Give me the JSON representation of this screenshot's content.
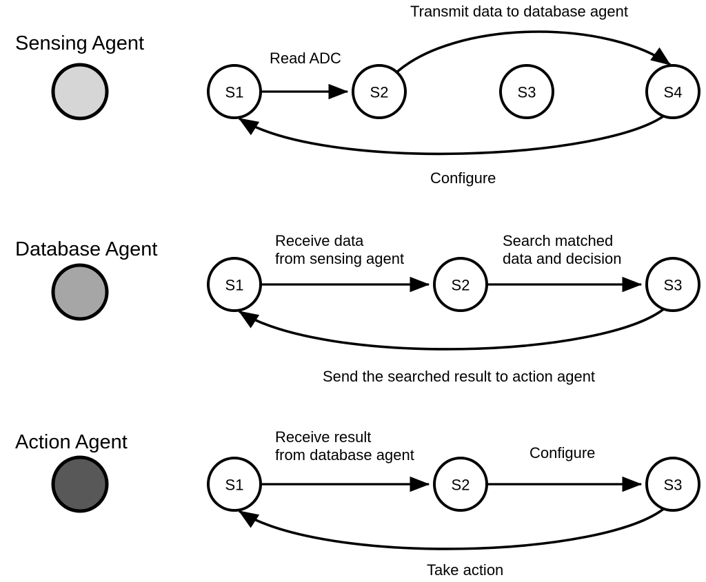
{
  "diagram": {
    "title": "Multi-agent state machine diagram",
    "background": "#ffffff",
    "stroke_color": "#000000",
    "rows": [
      {
        "id": "sensing",
        "agent_title": "Sensing Agent",
        "legend_fill": "#d6d6d6",
        "states": [
          "S1",
          "S2",
          "S3",
          "S4"
        ],
        "edges": [
          {
            "label": "Read ADC",
            "from": "S1",
            "to": "S2",
            "kind": "straight"
          },
          {
            "label": "Transmit data to database agent",
            "from": "S2",
            "to": "S4",
            "kind": "curve-up"
          },
          {
            "label": "Configure",
            "from": "S4",
            "to": "S1",
            "kind": "curve-down"
          }
        ]
      },
      {
        "id": "database",
        "agent_title": "Database Agent",
        "legend_fill": "#a6a6a6",
        "states": [
          "S1",
          "S2",
          "S3"
        ],
        "edges": [
          {
            "label": "Receive data\nfrom sensing agent",
            "from": "S1",
            "to": "S2",
            "kind": "straight"
          },
          {
            "label": "Search matched\ndata and decision",
            "from": "S2",
            "to": "S3",
            "kind": "straight"
          },
          {
            "label": "Send the searched result to action agent",
            "from": "S3",
            "to": "S1",
            "kind": "curve-down"
          }
        ]
      },
      {
        "id": "action",
        "agent_title": "Action Agent",
        "legend_fill": "#585858",
        "states": [
          "S1",
          "S2",
          "S3"
        ],
        "edges": [
          {
            "label": "Receive result\nfrom database agent",
            "from": "S1",
            "to": "S2",
            "kind": "straight"
          },
          {
            "label": "Configure",
            "from": "S2",
            "to": "S3",
            "kind": "straight"
          },
          {
            "label": "Take action",
            "from": "S3",
            "to": "S1",
            "kind": "curve-down"
          }
        ]
      }
    ],
    "labels": {
      "row1_title": "Sensing Agent",
      "row1_s1": "S1",
      "row1_s2": "S2",
      "row1_s3": "S3",
      "row1_s4": "S4",
      "row1_edge_read_adc": "Read ADC",
      "row1_edge_transmit": "Transmit data to database agent",
      "row1_edge_configure": "Configure",
      "row2_title": "Database Agent",
      "row2_s1": "S1",
      "row2_s2": "S2",
      "row2_s3": "S3",
      "row2_edge_receive_line1": "Receive data",
      "row2_edge_receive_line2": "from sensing agent",
      "row2_edge_search_line1": "Search matched",
      "row2_edge_search_line2": "data and decision",
      "row2_edge_send": "Send the searched result to action agent",
      "row3_title": "Action Agent",
      "row3_s1": "S1",
      "row3_s2": "S2",
      "row3_s3": "S3",
      "row3_edge_receive_line1": "Receive result",
      "row3_edge_receive_line2": "from database agent",
      "row3_edge_configure": "Configure",
      "row3_edge_take_action": "Take action"
    }
  }
}
